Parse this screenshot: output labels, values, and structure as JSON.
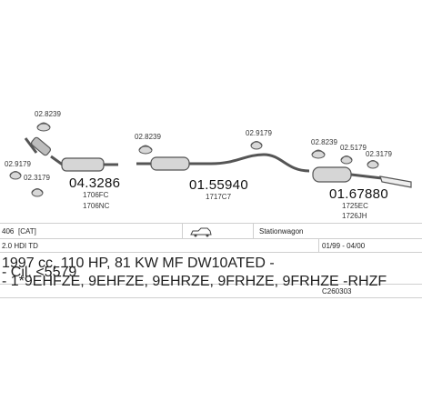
{
  "parts": {
    "clamp_1_code": "02.8239",
    "clamp_2_code": "02.9179",
    "clamp_3_code": "02.3179",
    "catalyst_code": "04.3286",
    "catalyst_ref1": "1706FC",
    "catalyst_ref2": "1706NC",
    "clamp_4_code": "02.8239",
    "middle_silencer_code": "01.55940",
    "middle_silencer_ref": "1717C7",
    "clamp_5_code": "02.9179",
    "clamp_6_code": "02.8239",
    "clamp_7_code": "02.5179",
    "clamp_8_code": "02.3179",
    "rear_silencer_code": "01.67880",
    "rear_silencer_ref1": "1725EC",
    "rear_silencer_ref2": "1726JH"
  },
  "info": {
    "model": "406",
    "cat": "[CAT]",
    "body_type": "Stationwagon",
    "engine": "2.0 HDI TD",
    "years": "01/99 - 04/00",
    "spec_line": "1997 cc, 110 HP, 81 KW MF DW10ATED -",
    "cil_line": "- Cil. <5579",
    "codes_line": "- 1*9EHFZE, 9EHFZE, 9EHRZE, 9FRHZE, 9FRHZE -RHZF",
    "set_code": "C260303"
  },
  "colors": {
    "pipe": "#555555",
    "fill": "#dcdcdc",
    "grid": "#cfcfcf"
  }
}
